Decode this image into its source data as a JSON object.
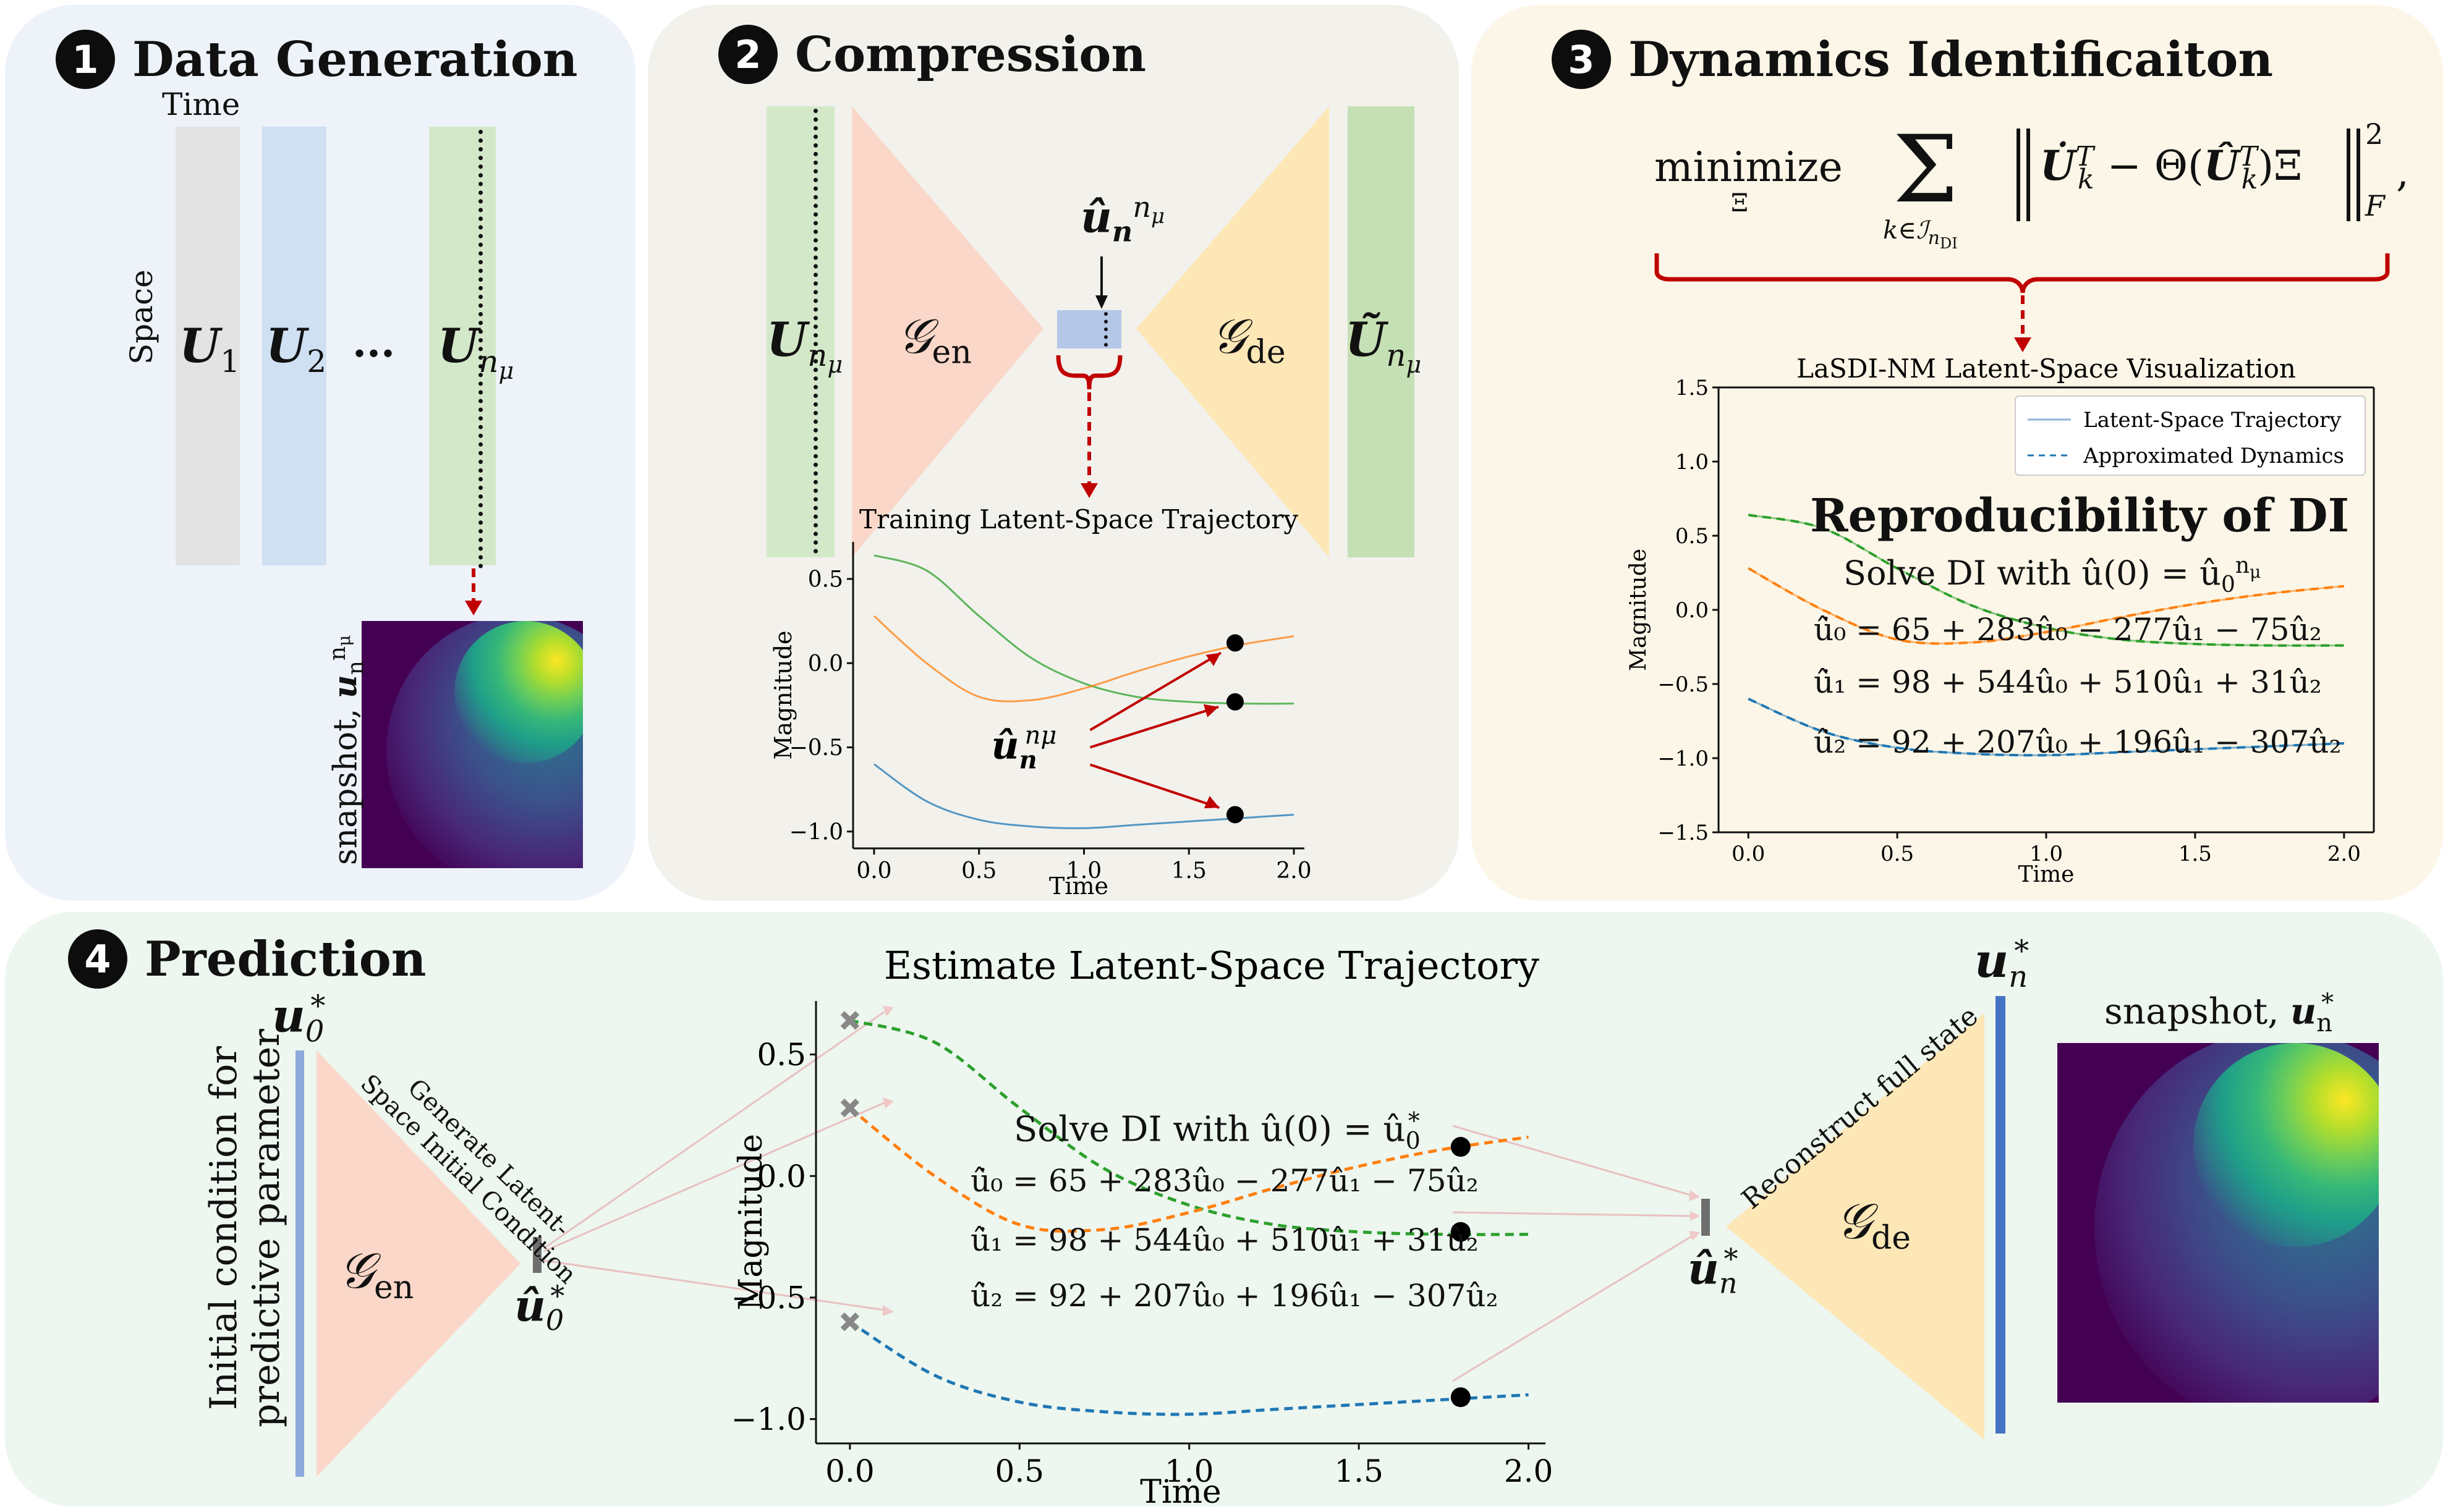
{
  "panels": {
    "p1": {
      "num": "1",
      "title": "Data Generation",
      "time": "Time",
      "space": "Space",
      "u1": "U",
      "u1sub": "1",
      "u2": "U",
      "u2sub": "2",
      "dots": "...",
      "un": "U",
      "unsub": "n",
      "unsubsub": "μ",
      "snapshot": "snapshot, ",
      "snap_u": "u",
      "snap_sub": "n",
      "snap_sup": "n",
      "snap_supsub": "μ"
    },
    "p2": {
      "num": "2",
      "title": "Compression",
      "in_u": "U",
      "in_sub": "n",
      "in_subsub": "μ",
      "enc": "𝒢",
      "enc_sub": "en",
      "dec": "𝒢",
      "dec_sub": "de",
      "out_u": "Ũ",
      "out_sub": "n",
      "out_subsub": "μ",
      "latent": "û",
      "latent_sub": "n",
      "latent_sup": "n",
      "latent_supsub": "μ"
    },
    "p3": {
      "num": "3",
      "title": "Dynamics Identificaiton",
      "minimize": "minimize",
      "xi": "Ξ",
      "sum": "Σ",
      "sum_sub": "k∈ℐ",
      "sum_subsub": "n",
      "sum_subsubsub": "DI",
      "norm_body": "U̇",
      "norm_sup": "T",
      "norm_sub": "k",
      "norm_mid": " − Θ(",
      "norm_u": "Û",
      "norm_sup2": "T",
      "norm_sub2": "k",
      "norm_end": ")Ξ",
      "norm_exp": "2",
      "norm_f": "F",
      "comma": ",",
      "overlay_title": "Reproducibility of DI",
      "overlay_solve": "Solve DI with û(0) = û",
      "overlay_solve_sub": "0",
      "overlay_solve_sup": "n",
      "overlay_solve_supsub": "μ"
    },
    "p4": {
      "num": "4",
      "title": "Prediction",
      "u0": "u",
      "u0_sub": "0",
      "u0_sup": "*",
      "ic_line1": "Initial condition for",
      "ic_line2": "predictive parameter",
      "gen_line1": "Generate Latent-",
      "gen_line2": "Space Initial Condition",
      "enc": "𝒢",
      "enc_sub": "en",
      "uh0": "û",
      "uh0_sub": "0",
      "uh0_sup": "*",
      "recon": "Reconstruct full state",
      "uhn": "û",
      "uhn_sub": "n",
      "uhn_sup": "*",
      "dec": "𝒢",
      "dec_sub": "de",
      "un": "u",
      "un_sub": "n",
      "un_sup": "*",
      "snapshot": "snapshot, ",
      "snap_u": "u",
      "snap_sub": "n",
      "snap_sup": "*",
      "solve": "Solve DI with û(0) = û",
      "solve_sub": "0",
      "solve_sup": "*"
    }
  },
  "equations": [
    "û̇₀ = 65 + 283û₀ − 277û₁ − 75û₂",
    "û̇₁ = 98 + 544û₀ + 510û₁ + 31û₂",
    "û̇₂ = 92 + 207û₀ + 196û₁ − 307û₂"
  ],
  "colors": {
    "green": "#2ca02c",
    "orange": "#ff7f0e",
    "blue": "#1f77b4",
    "lightgreen": "#d3e8c9",
    "lightblue": "#cfe0f2",
    "gray": "#e3e3e3",
    "enc": "#fad7c8",
    "dec": "#fde7b7",
    "red": "#c00000",
    "redarrow": "#e4a7a7",
    "bar": "#4472c4"
  },
  "chart_data": [
    {
      "type": "line",
      "title": "Training Latent-Space Trajectory",
      "xlabel": "Time",
      "ylabel": "Magnitude",
      "xlim": [
        -0.1,
        2.05
      ],
      "ylim": [
        -1.1,
        0.72
      ],
      "xticks": [
        "0.0",
        "0.5",
        "1.0",
        "1.5",
        "2.0"
      ],
      "yticks": [
        "-1.0",
        "-0.5",
        "0.0",
        "0.5"
      ],
      "x": [
        0,
        0.25,
        0.5,
        0.75,
        1.0,
        1.25,
        1.5,
        1.75,
        2.0
      ],
      "series": [
        {
          "color": "#2ca02c",
          "style": "solid",
          "values": [
            0.64,
            0.55,
            0.28,
            0.03,
            -0.12,
            -0.2,
            -0.23,
            -0.24,
            -0.24
          ]
        },
        {
          "color": "#ff7f0e",
          "style": "solid",
          "values": [
            0.28,
            0.0,
            -0.2,
            -0.22,
            -0.15,
            -0.05,
            0.04,
            0.11,
            0.16
          ]
        },
        {
          "color": "#1f77b4",
          "style": "solid",
          "values": [
            -0.6,
            -0.82,
            -0.93,
            -0.97,
            -0.98,
            -0.96,
            -0.94,
            -0.92,
            -0.9
          ]
        }
      ],
      "markers": [
        {
          "x": 1.72,
          "y": 0.12
        },
        {
          "x": 1.72,
          "y": -0.23
        },
        {
          "x": 1.72,
          "y": -0.9
        }
      ],
      "annotation": "û_n^{nμ}"
    },
    {
      "type": "line",
      "title": "LaSDI-NM Latent-Space Visualization",
      "xlabel": "Time",
      "ylabel": "Magnitude",
      "xlim": [
        -0.1,
        2.1
      ],
      "ylim": [
        -1.5,
        1.5
      ],
      "xticks": [
        "0.0",
        "0.5",
        "1.0",
        "1.5",
        "2.0"
      ],
      "yticks": [
        "-1.5",
        "-1.0",
        "-0.5",
        "0.0",
        "0.5",
        "1.0",
        "1.5"
      ],
      "legend": [
        "Latent-Space Trajectory",
        "Approximated Dynamics"
      ],
      "legend_position": "top-right",
      "x": [
        0,
        0.25,
        0.5,
        0.75,
        1.0,
        1.25,
        1.5,
        1.75,
        2.0
      ],
      "series": [
        {
          "color": "#2ca02c",
          "style": "solid+dashed",
          "values": [
            0.64,
            0.55,
            0.28,
            0.03,
            -0.12,
            -0.2,
            -0.23,
            -0.24,
            -0.24
          ]
        },
        {
          "color": "#ff7f0e",
          "style": "solid+dashed",
          "values": [
            0.28,
            0.0,
            -0.2,
            -0.22,
            -0.15,
            -0.05,
            0.04,
            0.11,
            0.16
          ]
        },
        {
          "color": "#1f77b4",
          "style": "solid+dashed",
          "values": [
            -0.6,
            -0.82,
            -0.93,
            -0.97,
            -0.98,
            -0.96,
            -0.94,
            -0.92,
            -0.9
          ]
        }
      ]
    },
    {
      "type": "line",
      "title": "Estimate Latent-Space Trajectory",
      "xlabel": "Time",
      "ylabel": "Magnitude",
      "xlim": [
        -0.1,
        2.05
      ],
      "ylim": [
        -1.1,
        0.72
      ],
      "xticks": [
        "0.0",
        "0.5",
        "1.0",
        "1.5",
        "2.0"
      ],
      "yticks": [
        "-1.0",
        "-0.5",
        "0.0",
        "0.5"
      ],
      "x": [
        0,
        0.25,
        0.5,
        0.75,
        1.0,
        1.25,
        1.5,
        1.75,
        2.0
      ],
      "series": [
        {
          "color": "#2ca02c",
          "style": "dashed",
          "values": [
            0.64,
            0.55,
            0.28,
            0.03,
            -0.12,
            -0.2,
            -0.23,
            -0.24,
            -0.24
          ]
        },
        {
          "color": "#ff7f0e",
          "style": "dashed",
          "values": [
            0.28,
            0.0,
            -0.2,
            -0.22,
            -0.15,
            -0.05,
            0.04,
            0.11,
            0.16
          ]
        },
        {
          "color": "#1f77b4",
          "style": "dashed",
          "values": [
            -0.6,
            -0.82,
            -0.93,
            -0.97,
            -0.98,
            -0.96,
            -0.94,
            -0.92,
            -0.9
          ]
        }
      ],
      "start_markers": [
        {
          "x": 0,
          "y": 0.64
        },
        {
          "x": 0,
          "y": 0.28
        },
        {
          "x": 0,
          "y": -0.6
        }
      ],
      "end_markers": [
        {
          "x": 1.8,
          "y": 0.12
        },
        {
          "x": 1.8,
          "y": -0.23
        },
        {
          "x": 1.8,
          "y": -0.91
        }
      ]
    }
  ]
}
